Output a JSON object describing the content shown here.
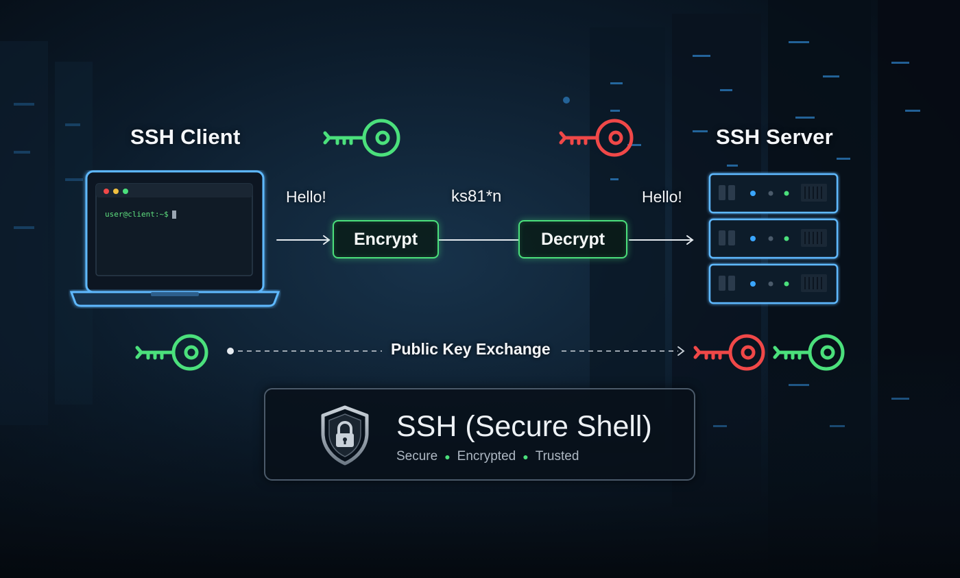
{
  "client": {
    "title": "SSH Client",
    "terminal_prompt": "user@client:~$"
  },
  "server": {
    "title": "SSH Server"
  },
  "flow": {
    "plaintext_in": "Hello!",
    "ciphertext": "ks81*n",
    "plaintext_out": "Hello!",
    "encrypt_label": "Encrypt",
    "decrypt_label": "Decrypt"
  },
  "exchange": {
    "label": "Public Key Exchange"
  },
  "summary": {
    "title": "SSH (Secure Shell)",
    "tags": [
      "Secure",
      "Encrypted",
      "Trusted"
    ]
  },
  "colors": {
    "public_key": "#4be07c",
    "private_key": "#f04848",
    "accent_blue": "#3aa6ff",
    "background": "#08121d"
  },
  "icons": {
    "public_key": "key-icon",
    "private_key": "key-icon",
    "shield": "shield-lock-icon"
  }
}
